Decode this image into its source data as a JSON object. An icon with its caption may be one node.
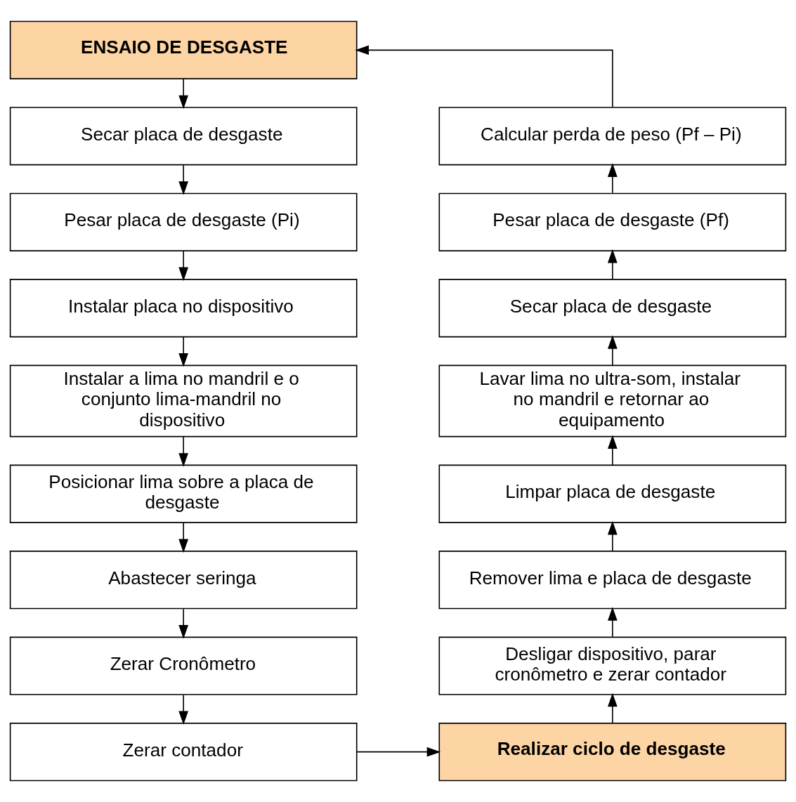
{
  "diagram": {
    "nodes": [
      {
        "text": [
          "ENSAIO DE DESGASTE"
        ]
      },
      {
        "text": [
          "Secar placa de desgaste"
        ]
      },
      {
        "text": [
          "Pesar placa de desgaste (Pi)"
        ]
      },
      {
        "text": [
          "Instalar placa no dispositivo"
        ]
      },
      {
        "text": [
          "Instalar a lima no mandril e o conjunto lima-mandril no dispositivo"
        ]
      },
      {
        "text": [
          "Posicionar lima sobre a placa de desgaste"
        ]
      },
      {
        "text": [
          "Abastecer seringa"
        ]
      },
      {
        "text": [
          "Zerar Cronômetro"
        ]
      },
      {
        "text": [
          "Zerar contador"
        ]
      },
      {
        "text": [
          "Realizar ciclo de desgaste"
        ]
      },
      {
        "text": [
          "Desligar dispositivo, parar cronômetro e zerar contador"
        ]
      },
      {
        "text": [
          "Remover lima e placa de desgaste"
        ]
      },
      {
        "text": [
          "Limpar placa de desgaste"
        ]
      },
      {
        "text": [
          "Lavar lima no ultra-som, instalar no mandril e retornar ao equipamento"
        ]
      },
      {
        "text": [
          "Secar placa de desgaste"
        ]
      },
      {
        "text": [
          "Pesar placa de desgaste (Pf)"
        ]
      },
      {
        "text": [
          "Calcular perda de peso (Pf – Pi)"
        ]
      }
    ],
    "edges": [
      {
        "from": 0,
        "to": 1,
        "arrow": "to"
      },
      {
        "from": 1,
        "to": 2,
        "arrow": "to"
      },
      {
        "from": 2,
        "to": 3,
        "arrow": "to"
      },
      {
        "from": 3,
        "to": 4,
        "arrow": "to"
      },
      {
        "from": 4,
        "to": 5,
        "arrow": "to"
      },
      {
        "from": 5,
        "to": 6,
        "arrow": "to"
      },
      {
        "from": 6,
        "to": 7,
        "arrow": "to"
      },
      {
        "from": 7,
        "to": 8,
        "arrow": "to"
      },
      {
        "from": 8,
        "to": 9,
        "arrow": "to"
      },
      {
        "from": 9,
        "to": 10,
        "arrow": "to"
      },
      {
        "from": 10,
        "to": 11,
        "arrow": "to"
      },
      {
        "from": 11,
        "to": 12,
        "arrow": "to"
      },
      {
        "from": 12,
        "to": 13,
        "arrow": "to"
      },
      {
        "from": 13,
        "to": 14,
        "arrow": "to"
      },
      {
        "from": 14,
        "to": 15,
        "arrow": "to"
      },
      {
        "from": 15,
        "to": 16,
        "arrow": "to"
      },
      {
        "from": 16,
        "to": 0,
        "arrow": "to"
      }
    ]
  }
}
